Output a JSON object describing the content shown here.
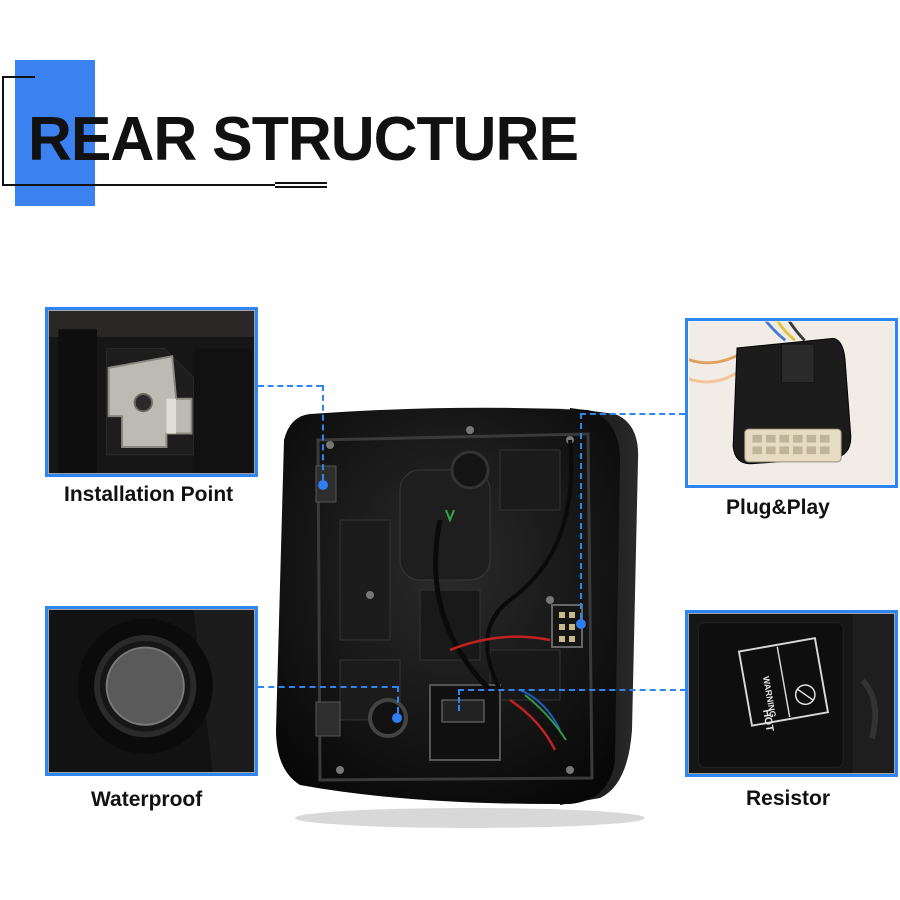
{
  "title": "REAR STRUCTURE",
  "callouts": {
    "installation_point": "Installation Point",
    "plug_play": "Plug&Play",
    "waterproof": "Waterproof",
    "resistor": "Resistor"
  },
  "resistor_markings": {
    "warning": "WARNING",
    "hot": "HOT"
  },
  "colors": {
    "accent": "#2f86f2",
    "title_text": "#111111"
  }
}
